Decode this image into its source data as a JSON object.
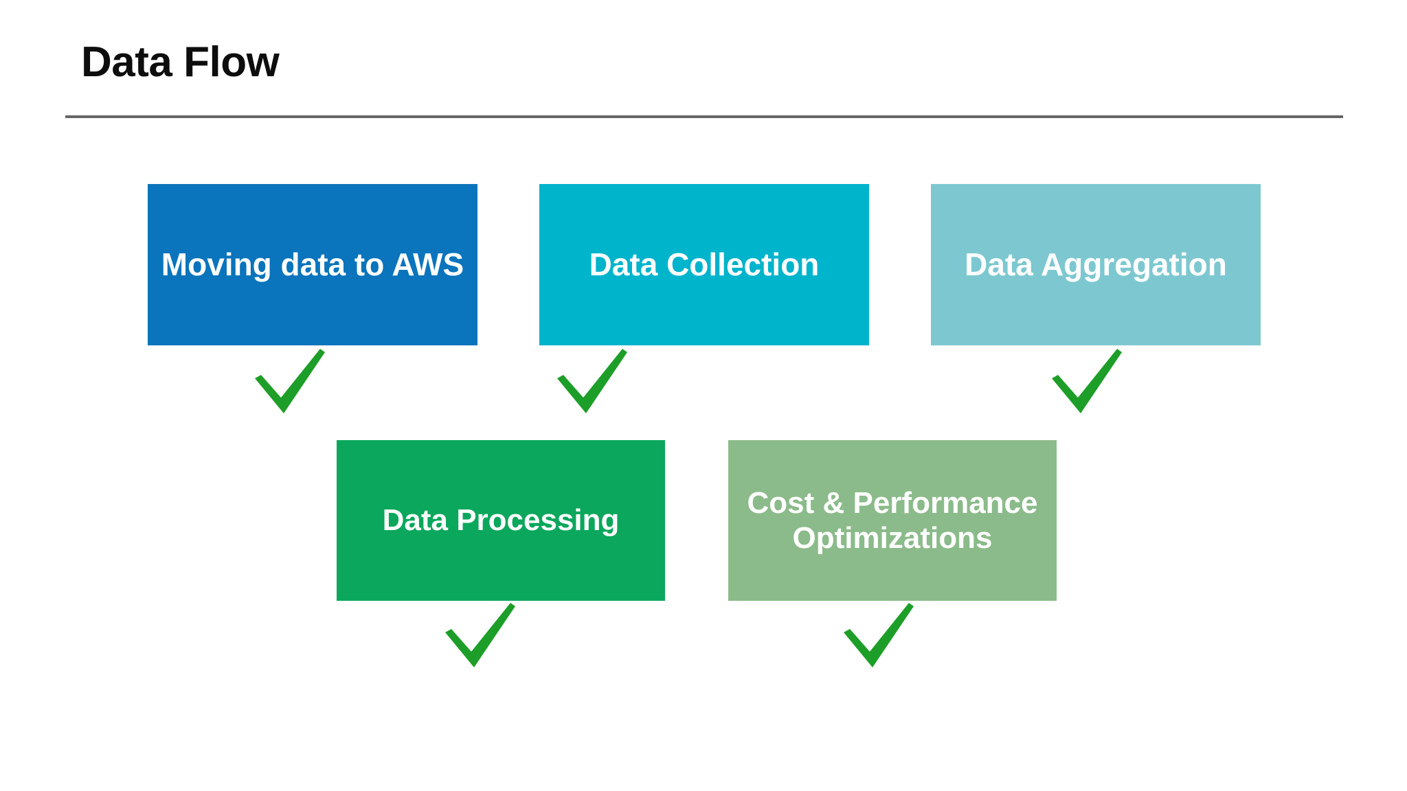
{
  "slide": {
    "title": "Data Flow",
    "background_color": "#ffffff",
    "title_color": "#0d0d0d",
    "rule_color": "#666666"
  },
  "flow": {
    "rows": [
      {
        "boxes": [
          {
            "id": "moving-data-to-aws",
            "label": "Moving data to AWS",
            "color": "#0a74bc",
            "text_color": "#ffffff"
          },
          {
            "id": "data-collection",
            "label": "Data Collection",
            "color": "#00b4cc",
            "text_color": "#ffffff"
          },
          {
            "id": "data-aggregation",
            "label": "Data Aggregation",
            "color": "#7dc8d0",
            "text_color": "#ffffff"
          }
        ]
      },
      {
        "boxes": [
          {
            "id": "data-processing",
            "label": "Data Processing",
            "color": "#0ba75c",
            "text_color": "#ffffff"
          },
          {
            "id": "cost-performance-optimizations",
            "label": "Cost & Performance Optimizations",
            "color": "#8bbb8a",
            "text_color": "#ffffff"
          }
        ]
      }
    ],
    "checkmarks": {
      "icon": "check-icon",
      "color": "#1d9e28",
      "count": 5,
      "for_boxes": [
        "moving-data-to-aws",
        "data-collection",
        "data-aggregation",
        "data-processing",
        "cost-performance-optimizations"
      ]
    }
  }
}
